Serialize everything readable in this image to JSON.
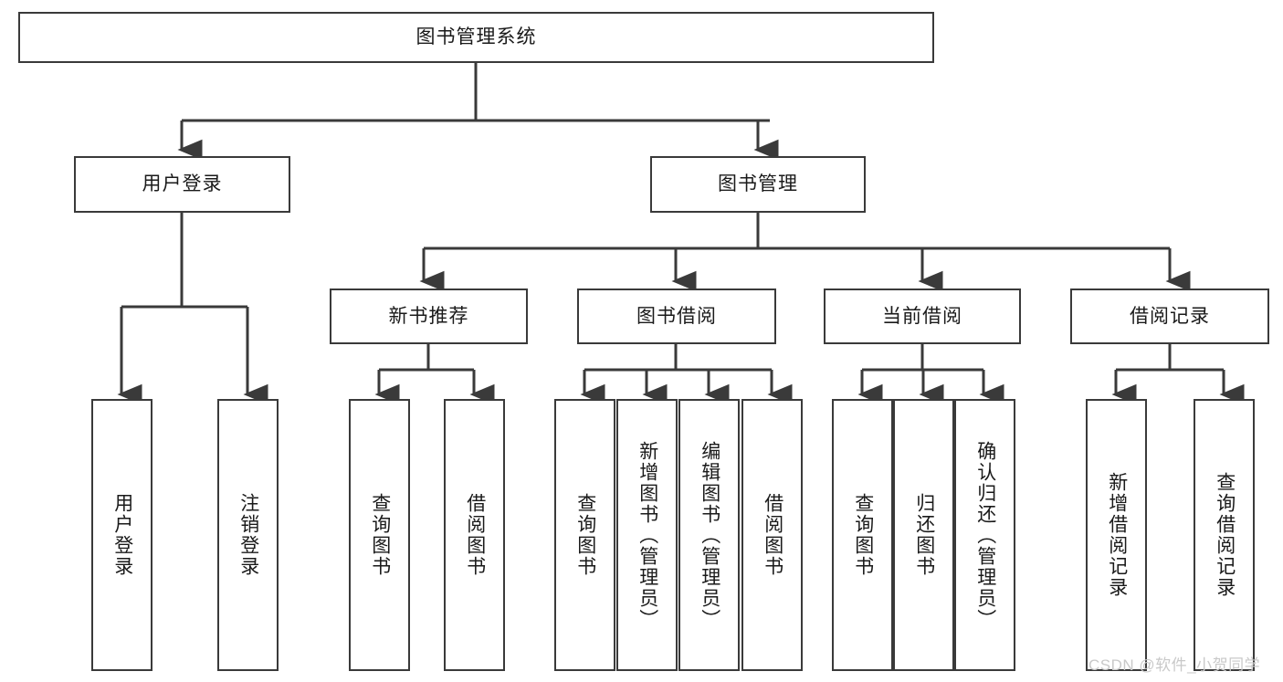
{
  "diagram": {
    "type": "tree",
    "title": "图书管理系统",
    "root": {
      "id": "root",
      "label": "图书管理系统"
    },
    "level2": [
      {
        "id": "login",
        "label": "用户登录"
      },
      {
        "id": "bookmgmt",
        "label": "图书管理"
      }
    ],
    "level3": [
      {
        "id": "newbook",
        "label": "新书推荐",
        "parent": "bookmgmt"
      },
      {
        "id": "borrow",
        "label": "图书借阅",
        "parent": "bookmgmt"
      },
      {
        "id": "current",
        "label": "当前借阅",
        "parent": "bookmgmt"
      },
      {
        "id": "records",
        "label": "借阅记录",
        "parent": "bookmgmt"
      }
    ],
    "leaves": [
      {
        "id": "leaf-user-login",
        "label": "用户登录",
        "parent": "login"
      },
      {
        "id": "leaf-user-logout",
        "label": "注销登录",
        "parent": "login"
      },
      {
        "id": "leaf-nb-query",
        "label": "查询图书",
        "parent": "newbook"
      },
      {
        "id": "leaf-nb-borrow",
        "label": "借阅图书",
        "parent": "newbook"
      },
      {
        "id": "leaf-bw-query",
        "label": "查询图书",
        "parent": "borrow"
      },
      {
        "id": "leaf-bw-add",
        "label": "新增图书（管理员）",
        "parent": "borrow"
      },
      {
        "id": "leaf-bw-edit",
        "label": "编辑图书（管理员）",
        "parent": "borrow"
      },
      {
        "id": "leaf-bw-borrow",
        "label": "借阅图书",
        "parent": "borrow"
      },
      {
        "id": "leaf-cur-query",
        "label": "查询图书",
        "parent": "current"
      },
      {
        "id": "leaf-cur-return",
        "label": "归还图书",
        "parent": "current"
      },
      {
        "id": "leaf-cur-confirm",
        "label": "确认归还（管理员）",
        "parent": "current"
      },
      {
        "id": "leaf-rec-add",
        "label": "新增借阅记录",
        "parent": "records"
      },
      {
        "id": "leaf-rec-query",
        "label": "查询借阅记录",
        "parent": "records"
      }
    ]
  },
  "watermark": {
    "text": "CSDN @软件_小贺同学"
  },
  "colors": {
    "stroke": "#3a3a3a",
    "box_fill": "#ffffff",
    "text": "#1a1a1a",
    "watermark": "#c9c9c9"
  }
}
